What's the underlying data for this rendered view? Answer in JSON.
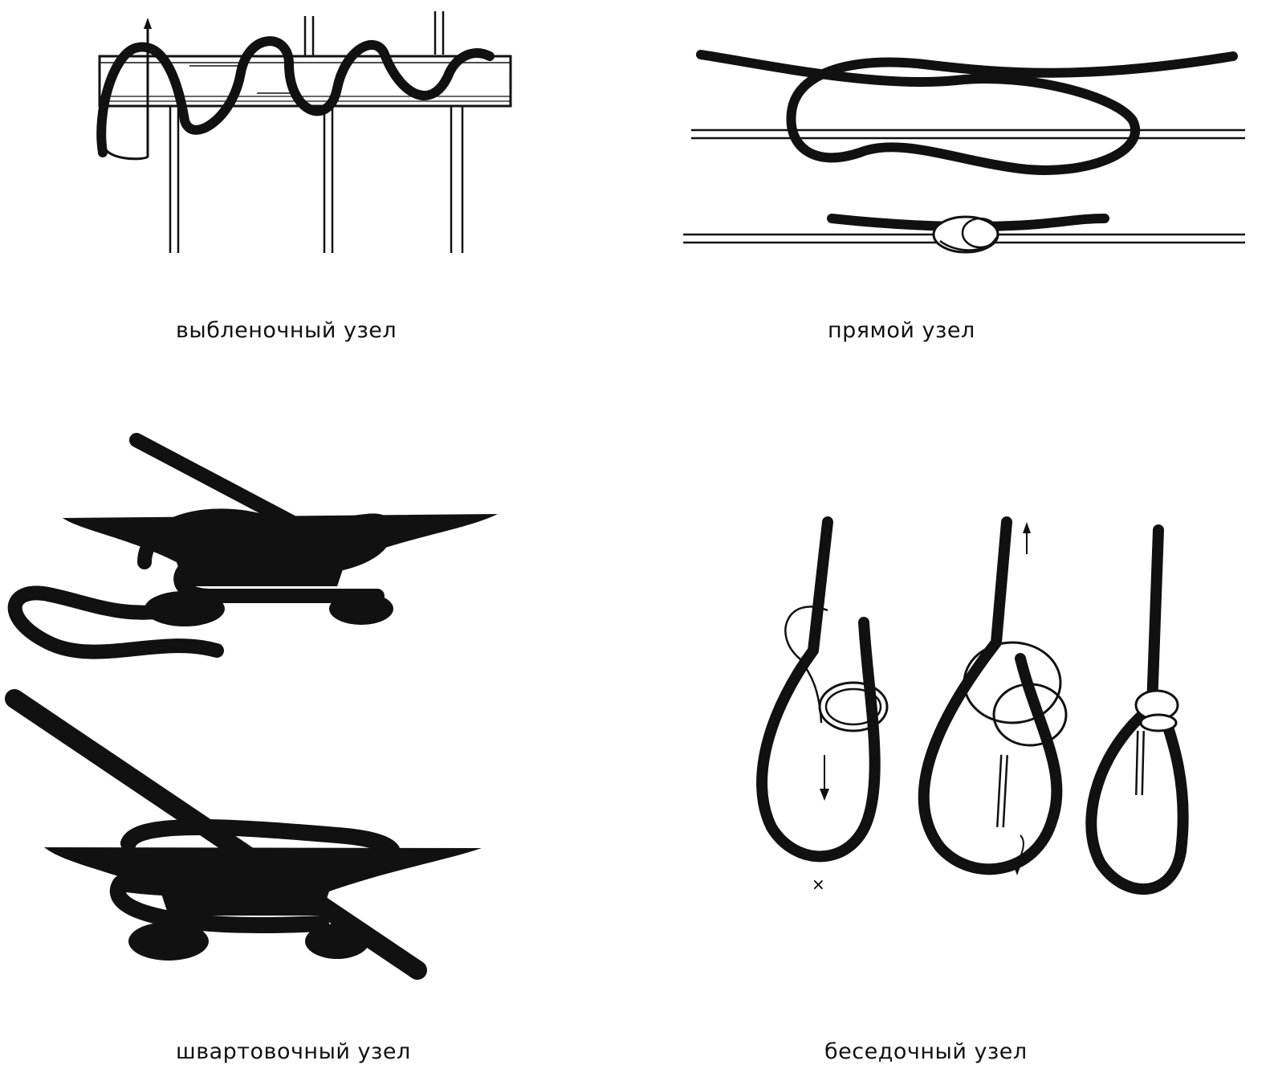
{
  "figure": {
    "knots": [
      {
        "id": "clove-hitch",
        "label": "выбленочный узел"
      },
      {
        "id": "reef-knot",
        "label": "прямой узел"
      },
      {
        "id": "cleat-hitch",
        "label": "швартовочный узел"
      },
      {
        "id": "bowline",
        "label": "беседочный узел"
      }
    ],
    "colors": {
      "ink": "#111111",
      "paper": "#ffffff"
    }
  }
}
